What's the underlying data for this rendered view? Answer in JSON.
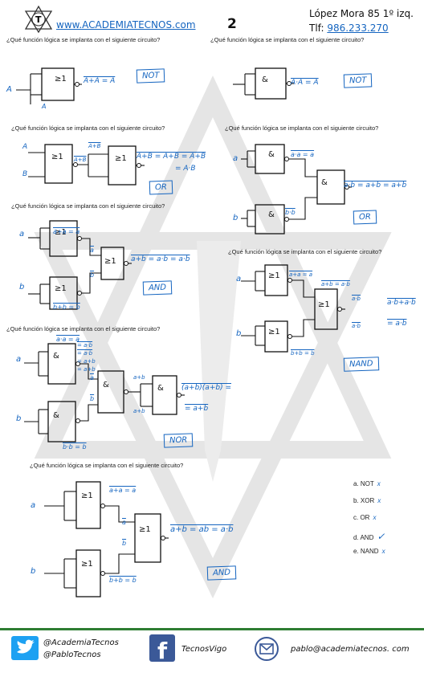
{
  "header": {
    "url": "www.ACADEMIATECNOS.com",
    "page_number": "2",
    "address": "López Mora 85 1º izq.",
    "phone_label": "Tlf: ",
    "phone": "986.233.270"
  },
  "question_text": "¿Qué función lógica se implanta con el siguiente circuito?",
  "gate_labels": {
    "or": "≥1",
    "and": "&"
  },
  "q1": {
    "input": "A",
    "input_label": "A",
    "expr": "A+A = A",
    "answer": "NOT"
  },
  "q2": {
    "expr": "A·A = A",
    "answer": "NOT"
  },
  "q3": {
    "in_a": "A",
    "in_b": "B",
    "mid1": "A+B",
    "mid2": "A+B",
    "expr": "A+B = A+B = A+B",
    "expr2": "= A·B",
    "answer": "OR"
  },
  "q4": {
    "in_a": "a",
    "in_b": "b",
    "mid1": "a·a = a",
    "mid2": "b·b",
    "expr": "a·b = a+b = a+b",
    "answer": "OR"
  },
  "q5": {
    "in_a": "a",
    "in_b": "b",
    "mid1": "a+a = a",
    "mid2": "b+b = b",
    "l1": "a",
    "l2": "b",
    "expr": "a+b = a·b = a·b",
    "answer": "AND"
  },
  "q6": {
    "in_a": "a",
    "in_b": "b",
    "mid1": "a+a = a",
    "mid2": "a+b = a·b",
    "mid3": "b+b = b",
    "l1": "a·b",
    "l2": "a·b",
    "expr": "a·b+a·b",
    "expr2": "= a·b",
    "answer": "NAND"
  },
  "q7": {
    "in_a": "a",
    "in_b": "b",
    "mid1": "a·a = a",
    "notes": [
      "= a·b",
      "= a·b",
      "= a+b",
      "= a+b"
    ],
    "mid3": "b·b = b",
    "l1": "a",
    "l2": "b",
    "l3": "a+b",
    "l4": "a+b",
    "expr": "(a+b)(a+b) =",
    "expr2": "= a+b",
    "answer": "NOR"
  },
  "q8": {
    "in_a": "a",
    "in_b": "b",
    "mid1": "a+a = a",
    "mid2": "b+b = b",
    "l1": "a",
    "l2": "b",
    "expr": "a+b = ab = a·b",
    "answer": "AND",
    "options": [
      {
        "label": "a. NOT",
        "mark": "x"
      },
      {
        "label": "b. XOR",
        "mark": "x"
      },
      {
        "label": "c. OR",
        "mark": "x"
      },
      {
        "label": "d. AND",
        "mark": "✓"
      },
      {
        "label": "e. NAND",
        "mark": "x"
      }
    ]
  },
  "footer": {
    "twitter_1": "@AcademiaTecnos",
    "twitter_2": "@PabloTecnos",
    "facebook": "TecnosVigo",
    "email": "pablo@academiatecnos. com"
  },
  "colors": {
    "ink": "#1565c0",
    "footer_line": "#2e7d32",
    "twitter": "#1da1f2",
    "facebook": "#3b5998"
  }
}
